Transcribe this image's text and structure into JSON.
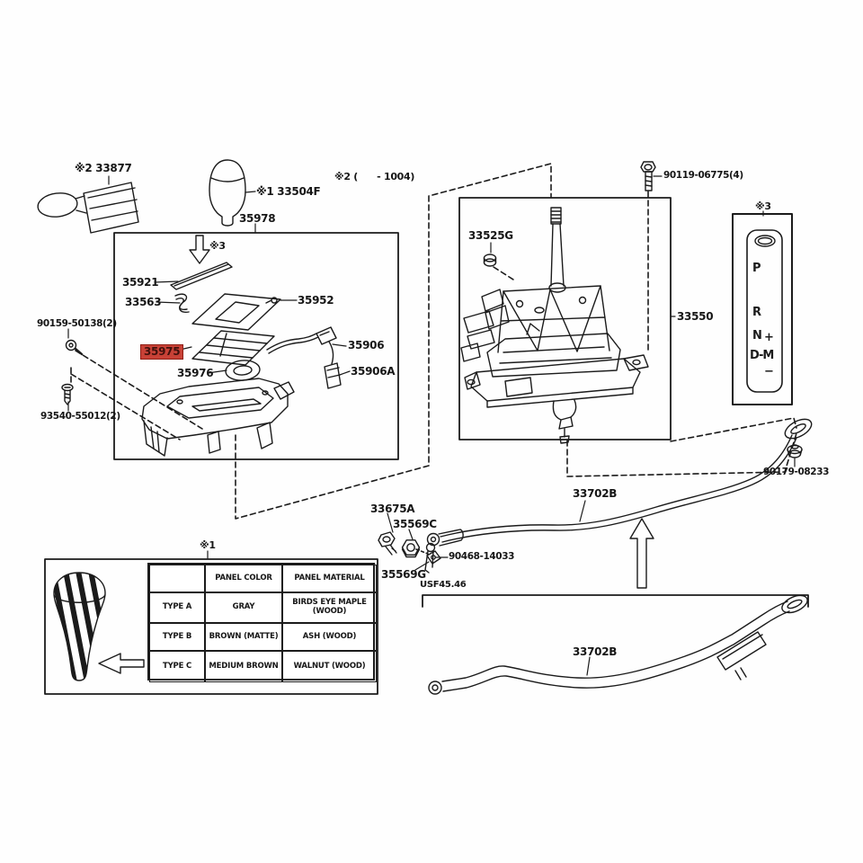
{
  "labels": {
    "part_33877": "※2 33877",
    "part_33504F": "※1 33504F",
    "part_35978": "35978",
    "marker_3_arrow": "※3",
    "part_35921": "35921",
    "part_33563": "33563",
    "part_35952": "35952",
    "part_35975": "35975",
    "part_35906": "35906",
    "part_35976": "35976",
    "part_35906A": "35906A",
    "part_90159": "90159-50138(2)",
    "part_93540": "93540-55012(2)",
    "marker_2_range": "※2 (      - 1004)",
    "part_33525G": "33525G",
    "part_90119": "90119-06775(4)",
    "marker_3_panel": "※3",
    "part_33550": "33550",
    "part_90179": "90179-08233",
    "part_33702B_upper": "33702B",
    "part_33702B_lower": "33702B",
    "part_33675A": "33675A",
    "part_35569C": "35569C",
    "part_35569G": "35569G",
    "part_90468": "90468-14033",
    "section_usf": "USF45.46",
    "marker_1_table": "※1"
  },
  "gear_indicator": {
    "p": "P",
    "r": "R",
    "n": "N",
    "dm": "D-M",
    "plus": "+",
    "minus": "−"
  },
  "spec_table": {
    "headers": [
      "",
      "PANEL COLOR",
      "PANEL MATERIAL"
    ],
    "rows": [
      [
        "TYPE A",
        "GRAY",
        "BIRDS EYE MAPLE (WOOD)"
      ],
      [
        "TYPE B",
        "BROWN (MATTE)",
        "ASH (WOOD)"
      ],
      [
        "TYPE C",
        "MEDIUM BROWN",
        "WALNUT (WOOD)"
      ]
    ]
  },
  "highlight": {
    "highlighted_part": "35975",
    "color": "#c84136"
  }
}
